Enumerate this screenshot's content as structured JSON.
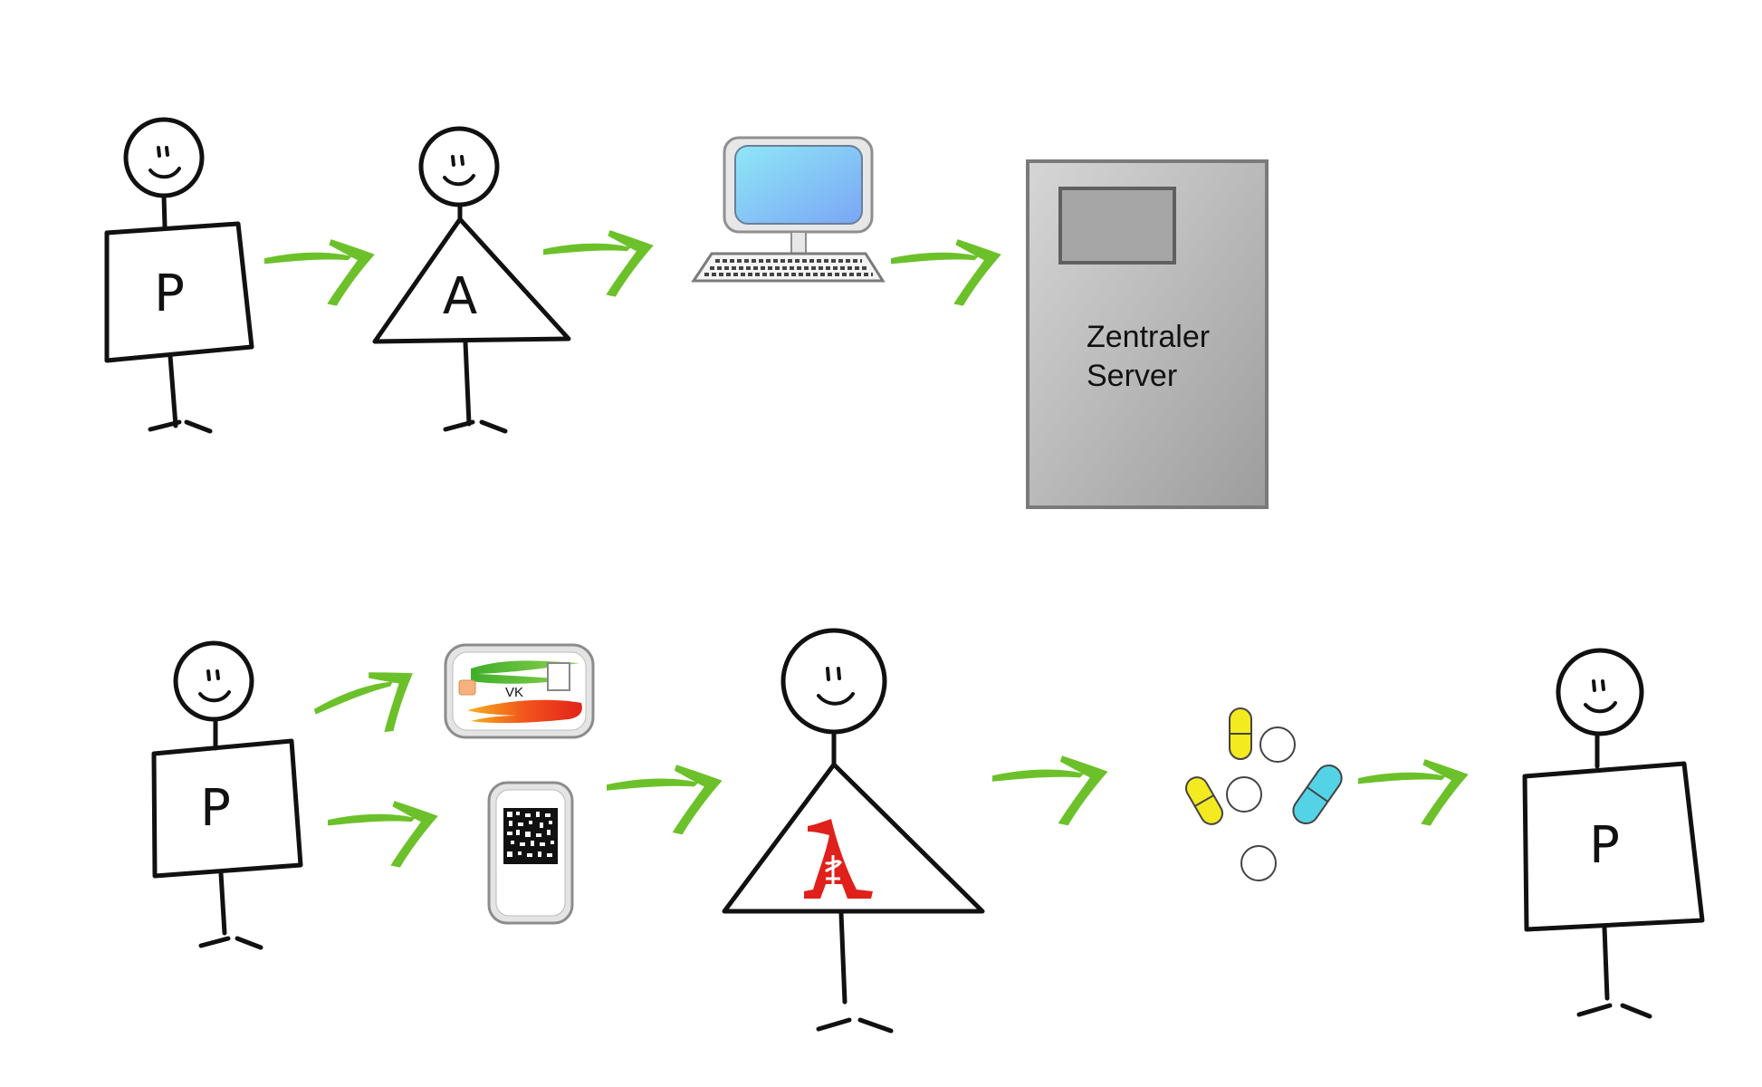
{
  "patient_letter": "P",
  "doctor_letter": "A",
  "server": {
    "line1": "Zentraler",
    "line2": "Server"
  },
  "card": {
    "label": "VK"
  },
  "icons": {
    "computer": "desktop-computer-icon",
    "server": "server-tower-icon",
    "insurance_card": "health-insurance-card-icon",
    "smartphone_qr": "smartphone-qr-code-icon",
    "pharmacy": "pharmacy-a-icon",
    "pills": "pills-icon",
    "arrow": "green-arrow-icon"
  },
  "colors": {
    "arrow": "#6cc12a",
    "pharmacy": "#e0201b",
    "screen": "#79c8f2",
    "server_body": "#b9b9b9",
    "pill_yellow": "#f3ea1f",
    "pill_cyan": "#55d3e6"
  }
}
